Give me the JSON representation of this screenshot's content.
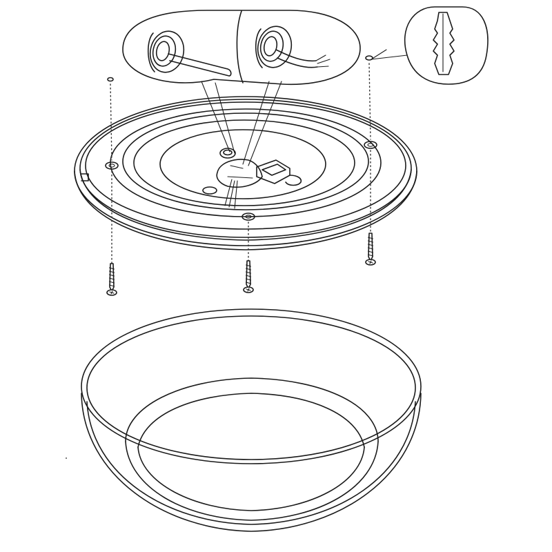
{
  "diagram": {
    "type": "exploded-assembly",
    "parts": [
      "detail-bubble-grommet",
      "detail-bubble-grommet-wire",
      "detail-bubble-wall-plug",
      "mounting-base-plate",
      "mounting-screw",
      "cover-ring"
    ],
    "screw_count": 3,
    "line_color": "#1a1a1a",
    "background": "#ffffff"
  }
}
